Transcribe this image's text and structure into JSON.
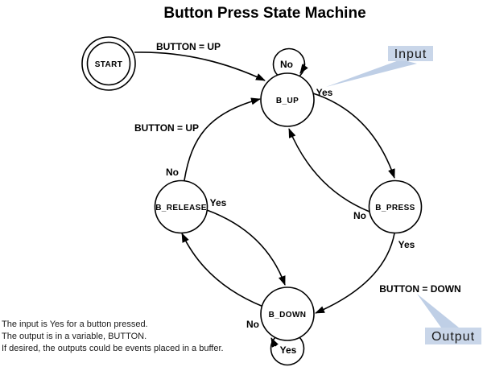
{
  "title": "Button Press State Machine",
  "colors": {
    "line": "#000000",
    "callout_fill": "#c9d6e9",
    "callout_wedge": "#bfcfe6"
  },
  "states": {
    "start": "START",
    "b_up": "B_UP",
    "b_press": "B_PRESS",
    "b_down": "B_DOWN",
    "b_release": "B_RELEASE"
  },
  "transitions": {
    "start_to_b_up_label": "BUTTON = UP",
    "b_release_to_b_up_label": "BUTTON = UP",
    "b_release_to_b_up_condition": "No",
    "b_up_self_label": "No",
    "b_up_to_b_press_label": "Yes",
    "b_press_to_b_up_label": "No",
    "b_press_to_b_down_label": "Yes",
    "b_press_to_b_down_output": "BUTTON = DOWN",
    "b_down_self_label": "Yes",
    "b_down_to_b_release_label": "No",
    "b_release_to_b_down_label": "Yes"
  },
  "callouts": {
    "input": "Input",
    "output": "Output"
  },
  "notes": [
    "The input is Yes for a button pressed.",
    "The output is in a variable, BUTTON.",
    "If desired, the outputs could be events placed in a buffer."
  ]
}
